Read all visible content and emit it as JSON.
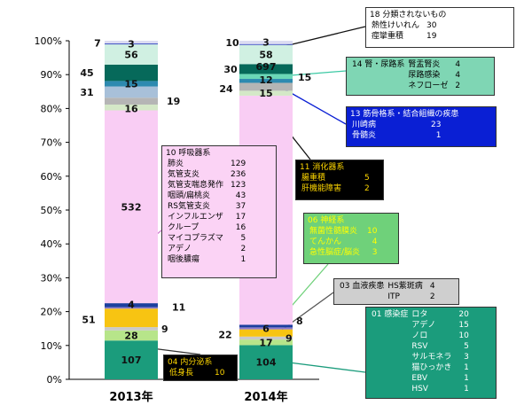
{
  "chart_data": {
    "type": "bar",
    "stacked": true,
    "percent": true,
    "categories": [
      "2013年",
      "2014年"
    ],
    "yticks": [
      "0%",
      "10%",
      "20%",
      "30%",
      "40%",
      "50%",
      "60%",
      "70%",
      "80%",
      "90%",
      "100%"
    ],
    "ylim": [
      0,
      100
    ],
    "grid": false,
    "segments": [
      {
        "code": "01",
        "color": "#1b9c7c",
        "values": [
          107,
          104
        ]
      },
      {
        "code": "02",
        "color": "#b7e58a",
        "values": [
          28,
          17
        ]
      },
      {
        "code": "04",
        "color": "#c9c9c9",
        "values": [
          9,
          9
        ]
      },
      {
        "code": "05",
        "color": "#f7c412",
        "values": [
          51,
          22
        ]
      },
      {
        "code": "06",
        "color": "#8e7bc9",
        "values": [
          4,
          6
        ]
      },
      {
        "code": "08",
        "color": "#1c3f9e",
        "values": [
          11,
          8
        ]
      },
      {
        "code": "10",
        "color": "#f9cdf4",
        "values": [
          532,
          697
        ]
      },
      {
        "code": "11",
        "color": "#d4e8c7",
        "values": [
          16,
          15
        ]
      },
      {
        "code": "12",
        "color": "#b5b5b5",
        "values": [
          19,
          24
        ]
      },
      {
        "code": "13",
        "color": "#a8c0d9",
        "values": [
          31,
          0
        ]
      },
      {
        "code": "14",
        "color": "#2e8ab0",
        "values": [
          15,
          12
        ]
      },
      {
        "code": "15",
        "color": "#6bd7b7",
        "values": [
          0,
          15
        ]
      },
      {
        "code": "16",
        "color": "#06695a",
        "values": [
          45,
          30
        ]
      },
      {
        "code": "17",
        "color": "#d0f0e2",
        "values": [
          56,
          58
        ]
      },
      {
        "code": "18",
        "color": "#4b5cc7",
        "values": [
          3,
          3
        ]
      },
      {
        "code": "19",
        "color": "#dcdcf2",
        "values": [
          7,
          10
        ]
      }
    ],
    "callouts": [
      {
        "title": "18 分類されないもの",
        "items": [
          [
            "熱性けいれん",
            "30"
          ],
          [
            "痙攣重積",
            "19"
          ]
        ],
        "fill": "#ffffff",
        "text_color": "#000000"
      },
      {
        "title": "14 腎・尿路系",
        "items": [
          [
            "腎盂腎炎",
            "4"
          ],
          [
            "尿路感染",
            "4"
          ],
          [
            "ネフローゼ",
            "2"
          ]
        ],
        "fill": "#7fd6b4",
        "text_color": "#000000"
      },
      {
        "title": "13 筋骨格系・結合組織の疾患",
        "items": [
          [
            "川崎病",
            "23"
          ],
          [
            "骨髄炎",
            "1"
          ]
        ],
        "fill": "#0a1fd4",
        "text_color": "#ffffff"
      },
      {
        "title": "10 呼吸器系",
        "items": [
          [
            "肺炎",
            "129"
          ],
          [
            "気管支炎",
            "236"
          ],
          [
            "気管支喘息発作",
            "123"
          ],
          [
            "咽頭/扁桃炎",
            "43"
          ],
          [
            "RS気管支炎",
            "37"
          ],
          [
            "インフルエンザ",
            "17"
          ],
          [
            "クループ",
            "16"
          ],
          [
            "マイコプラズマ",
            "5"
          ],
          [
            "アデノ",
            "2"
          ],
          [
            "咽後膿瘍",
            "1"
          ]
        ],
        "fill": "#fbd3f5",
        "text_color": "#000000"
      },
      {
        "title": "11 消化器系",
        "items": [
          [
            "腸重積",
            "5"
          ],
          [
            "肝機能障害",
            "2"
          ]
        ],
        "fill": "#000000",
        "text_color": "#ffd700"
      },
      {
        "title": "06 神経系",
        "items": [
          [
            "無菌性髄膜炎",
            "10"
          ],
          [
            "てんかん",
            "4"
          ],
          [
            "急性脳症/脳炎",
            "3"
          ]
        ],
        "fill": "#6fd17a",
        "text_color": "#ffff00"
      },
      {
        "title": "03 血液疾患",
        "items": [
          [
            "HS紫斑病",
            "4"
          ],
          [
            "ITP",
            "2"
          ]
        ],
        "fill": "#cfcfcf",
        "text_color": "#000000"
      },
      {
        "title": "01 感染症",
        "items": [
          [
            "ロタ",
            "20"
          ],
          [
            "アデノ",
            "15"
          ],
          [
            "ノロ",
            "10"
          ],
          [
            "RSV",
            "5"
          ],
          [
            "サルモネラ",
            "3"
          ],
          [
            "猫ひっかき",
            "1"
          ],
          [
            "EBV",
            "1"
          ],
          [
            "HSV",
            "1"
          ]
        ],
        "fill": "#1b9c7c",
        "text_color": "#ffffff"
      },
      {
        "title": "04 内分泌系",
        "items": [
          [
            "低身長",
            "10"
          ]
        ],
        "fill": "#000000",
        "text_color": "#ffd700"
      }
    ]
  }
}
